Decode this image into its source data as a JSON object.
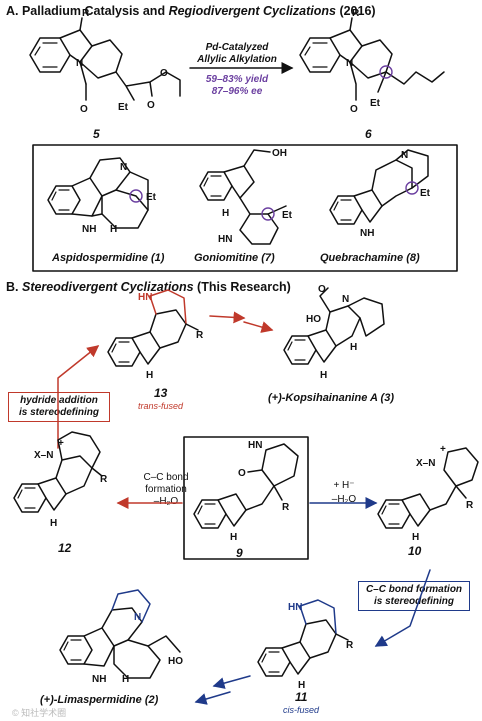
{
  "section_a": {
    "title_prefix": "A. Palladium Catalysis and ",
    "title_italic": "Regiodivergent Cyclizations",
    "title_suffix": " (2016)",
    "sm_number": "5",
    "prod_number": "6",
    "condition_line1": "Pd-Catalyzed",
    "condition_line2": "Allylic Alkylation",
    "yield": "59–83% yield",
    "ee": "87–96% ee",
    "natural_products": [
      {
        "name": "Aspidospermidine (1)"
      },
      {
        "name": "Goniomitine (7)"
      },
      {
        "name": "Quebrachamine (8)"
      }
    ]
  },
  "section_b": {
    "title_prefix": "B. ",
    "title_italic": "Stereodivergent Cyclizations",
    "title_suffix": " (This Research)",
    "compound_13": {
      "number": "13",
      "note": "trans-fused"
    },
    "compound_3": {
      "name": "(+)-Kopsihainanine A (3)"
    },
    "compound_12": {
      "number": "12"
    },
    "compound_9": {
      "number": "9"
    },
    "compound_10": {
      "number": "10"
    },
    "compound_11": {
      "number": "11",
      "note": "cis-fused"
    },
    "compound_2": {
      "name": "(+)-Limaspermidine (2)"
    },
    "callout_red_line1": "hydride addition",
    "callout_red_line2": "is stereodefining",
    "callout_blue_line1": "C–C bond formation",
    "callout_blue_line2": "is stereodefining",
    "left_condition_line1": "C–C bond",
    "left_condition_line2": "formation",
    "left_condition_line3": "–H₂O",
    "right_condition_line1": "+ H⁻",
    "right_condition_line2": "–H₂O"
  },
  "atoms": {
    "R": "R",
    "N": "N",
    "O": "O",
    "H": "H",
    "NH": "NH",
    "HN": "HN",
    "Et": "Et",
    "OH": "OH",
    "HO": "HO",
    "Xplus": "X–N",
    "plus": "+"
  },
  "colors": {
    "red": "#c0392b",
    "blue": "#1f3a8a",
    "purple": "#6b3fa0"
  },
  "watermark": "© 知社学术圈"
}
